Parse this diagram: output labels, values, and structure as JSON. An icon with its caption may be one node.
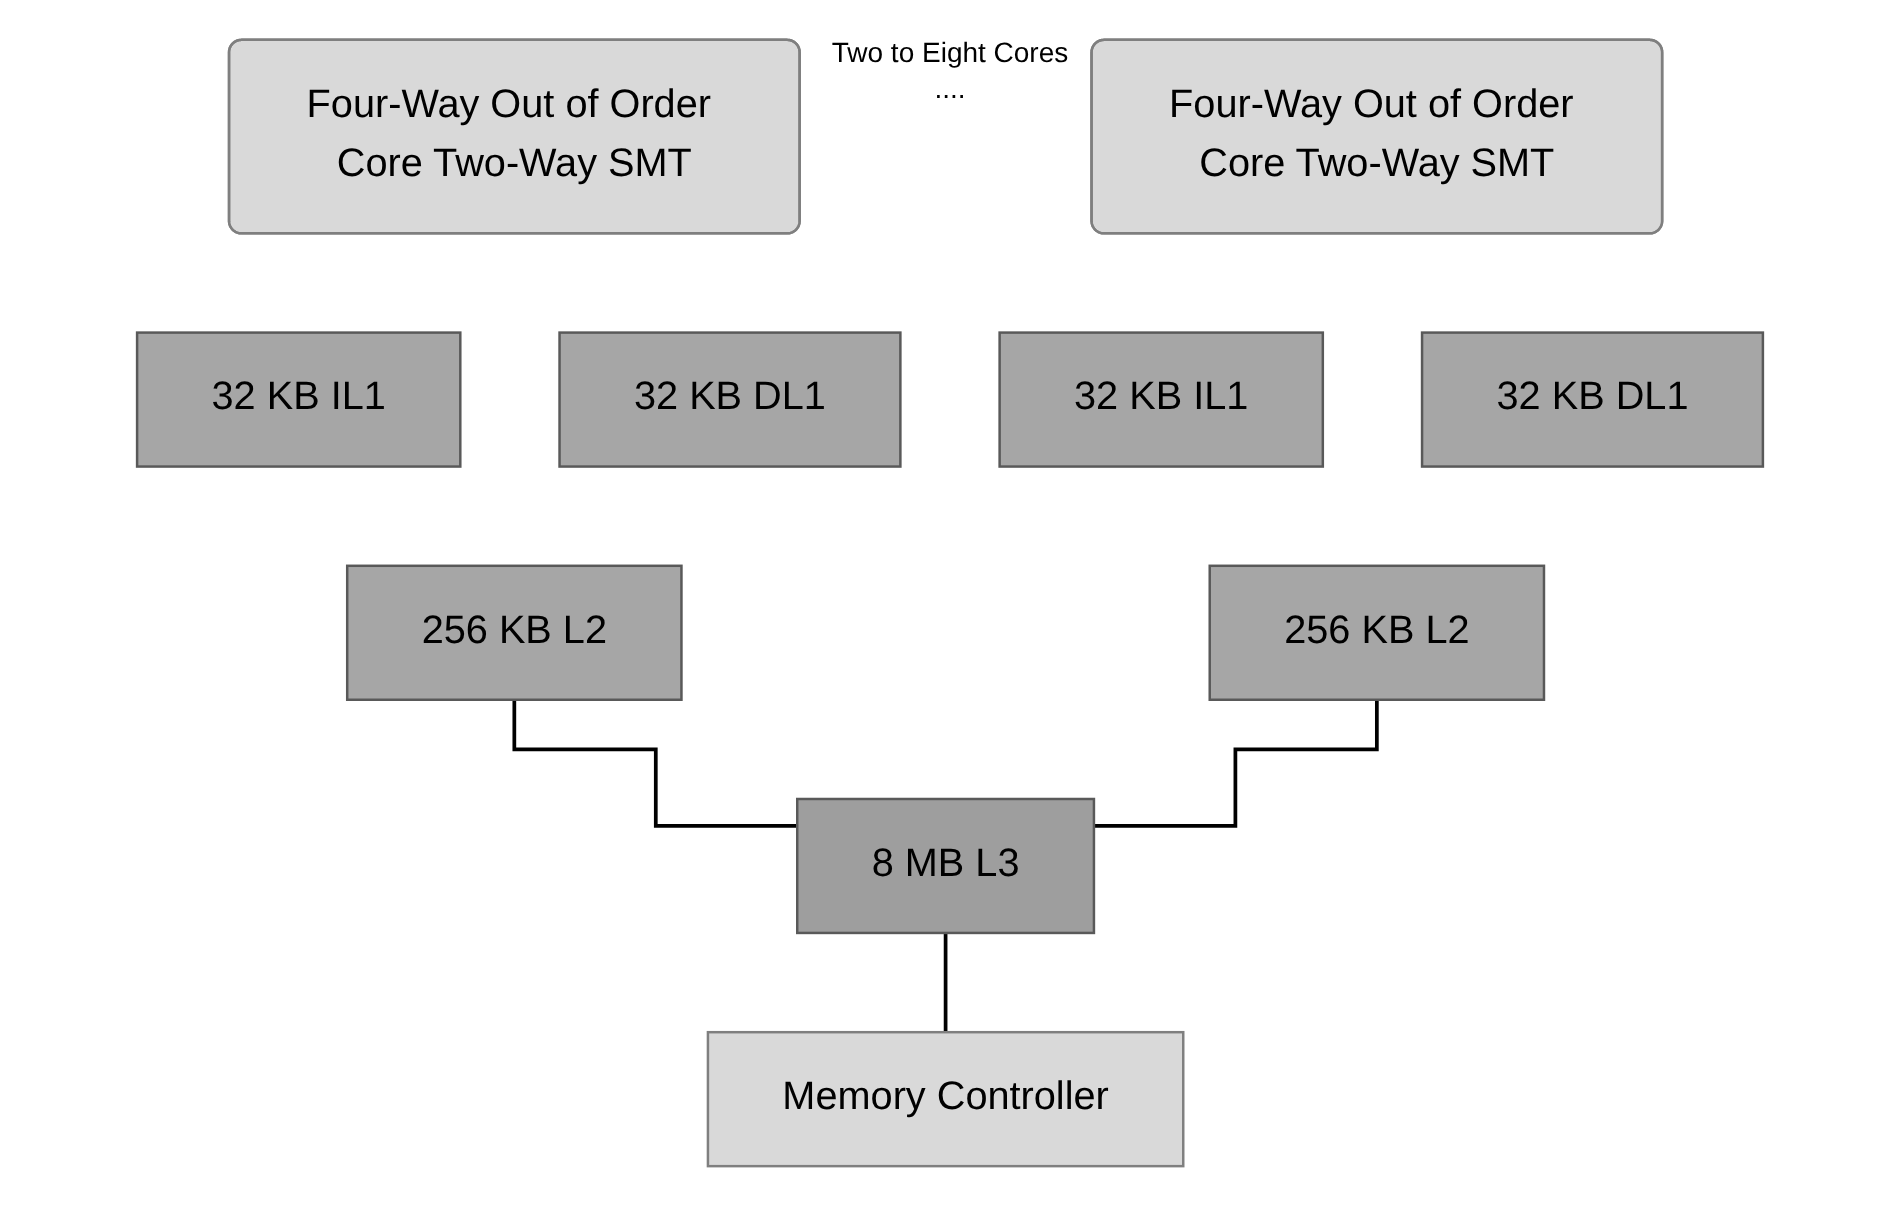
{
  "diagram": {
    "nodes": [
      {
        "text": [
          "Four-Way Out of Order Core Two-Way SMT"
        ]
      },
      {
        "text": [
          "32 KB IL1"
        ]
      },
      {
        "text": [
          "32 KB DL1"
        ]
      },
      {
        "text": [
          "256 KB L2"
        ]
      },
      {
        "text": [
          "Four-Way Out of Order Core Two-Way SMT"
        ]
      },
      {
        "text": [
          "32 KB IL1"
        ]
      },
      {
        "text": [
          "32 KB DL1"
        ]
      },
      {
        "text": [
          "256 KB L2"
        ]
      },
      {
        "text": [
          "8 MB L3"
        ]
      },
      {
        "text": [
          "Memory Controller"
        ]
      }
    ],
    "edges": [
      {
        "from": 3,
        "to": 8,
        "arrow": "none"
      },
      {
        "from": 7,
        "to": 8,
        "arrow": "none"
      },
      {
        "from": 8,
        "to": 9,
        "arrow": "none"
      }
    ],
    "labels": [
      "Two to Eight Cores",
      "...."
    ]
  }
}
